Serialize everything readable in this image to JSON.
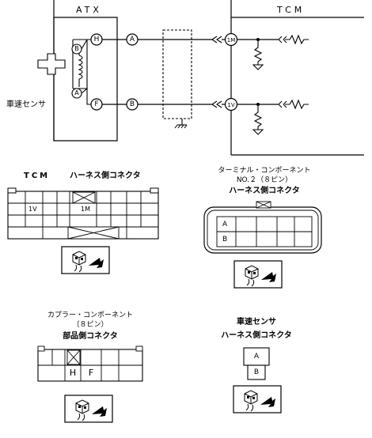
{
  "header": {
    "atx_label": "ATX",
    "tcm_label": "TCM"
  },
  "schematic": {
    "sensor_label": "車速センサ",
    "sensor_pins": [
      "H",
      "F"
    ],
    "coil_terms": [
      "B",
      "A"
    ],
    "harness_pins": [
      "A",
      "B"
    ],
    "tcm_pins": [
      "1M",
      "1V"
    ]
  },
  "tcm_connector": {
    "title_part1": "TCM",
    "title_part2": "ハーネス側コネクタ",
    "pins": [
      "1V",
      "1M"
    ]
  },
  "terminal_connector": {
    "title_line1": "ターミナル・コンポーネント",
    "title_line2": "NO.２（８ピン）",
    "title_line3": "ハーネス側コネクタ",
    "pins": [
      "A",
      "B"
    ]
  },
  "coupler_connector": {
    "title_line1": "カプラー・コンポーネント",
    "title_line2": "（８ピン）",
    "title_line3": "部品側コネクタ",
    "pins": [
      "H",
      "F"
    ]
  },
  "speed_sensor_connector": {
    "title_line1": "車速センサ",
    "title_line2": "ハーネス側コネクタ",
    "pins": [
      "A",
      "B"
    ]
  },
  "icons": [
    "connector-plug-icon",
    "ground-icon",
    "resistor-icon"
  ]
}
